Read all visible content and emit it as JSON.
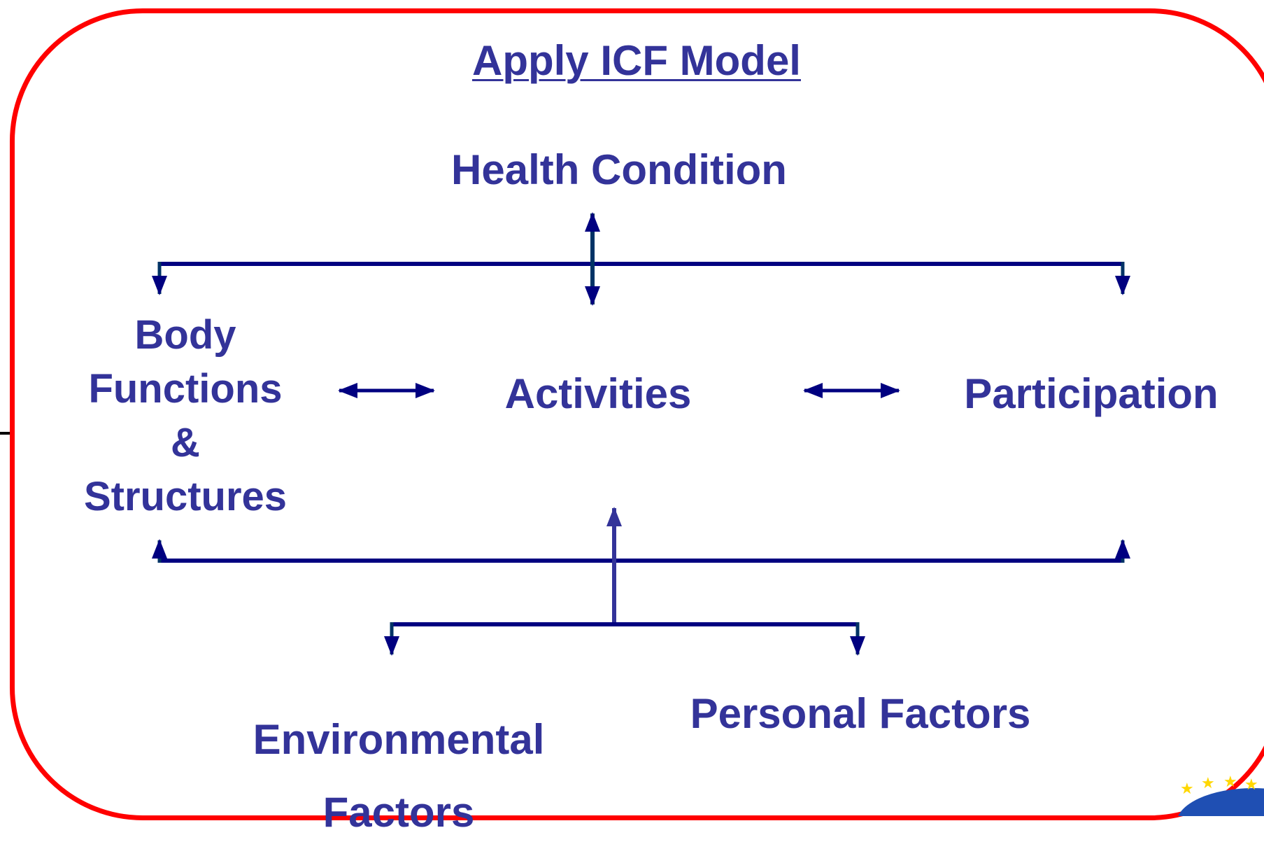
{
  "title": "Apply ICF Model",
  "nodes": {
    "health_condition": "Health Condition",
    "body_functions_lines": [
      "Body",
      "Functions",
      "&",
      "Structures"
    ],
    "activities": "Activities",
    "participation": "Participation",
    "environmental_lines": [
      "Environmental",
      "Factors"
    ],
    "personal_factors": "Personal Factors"
  },
  "colors": {
    "frame": "#ff0000",
    "text": "#333399",
    "connector_dark": "#003366",
    "connector_navy": "#000080",
    "emblem_blue": "#1f4fb3",
    "emblem_star": "#ffd700"
  }
}
